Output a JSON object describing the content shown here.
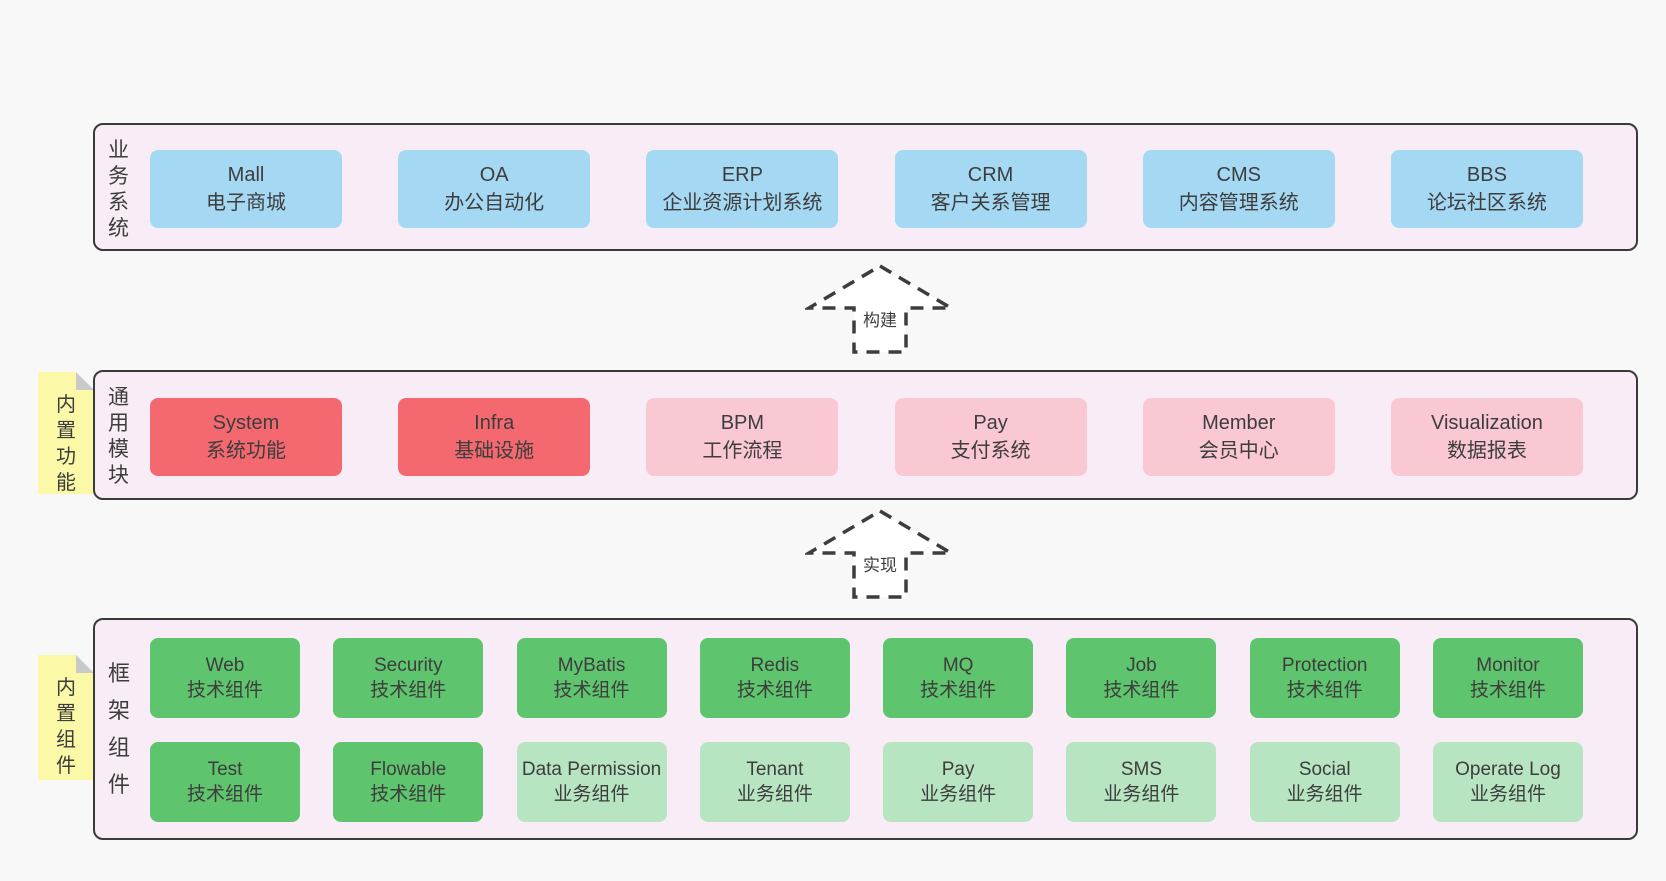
{
  "palette": {
    "page_bg": "#f8f8f8",
    "band_bg": "#f8edf6",
    "band_border": "#3a3a3a",
    "text": "#3d3d3d",
    "blue": "#a5d8f3",
    "red": "#f4696f",
    "pink": "#fac8d2",
    "green": "#5fc46e",
    "green_light": "#b8e5c1",
    "sticky_yellow": "#fbf9a8",
    "sticky_fold": "#c9c9c9",
    "arrow_fill": "#ffffff"
  },
  "arrows": [
    {
      "label": "构建"
    },
    {
      "label": "实现"
    }
  ],
  "bands": [
    {
      "id": "business-systems",
      "label": "业务系统",
      "sticky": null,
      "rows": [
        [
          {
            "title": "Mall",
            "subtitle": "电子商城",
            "variant": "blue"
          },
          {
            "title": "OA",
            "subtitle": "办公自动化",
            "variant": "blue"
          },
          {
            "title": "ERP",
            "subtitle": "企业资源计划系统",
            "variant": "blue"
          },
          {
            "title": "CRM",
            "subtitle": "客户关系管理",
            "variant": "blue"
          },
          {
            "title": "CMS",
            "subtitle": "内容管理系统",
            "variant": "blue"
          },
          {
            "title": "BBS",
            "subtitle": "论坛社区系统",
            "variant": "blue"
          }
        ]
      ]
    },
    {
      "id": "common-modules",
      "label": "通用模块",
      "sticky": "内置功能",
      "rows": [
        [
          {
            "title": "System",
            "subtitle": "系统功能",
            "variant": "red"
          },
          {
            "title": "Infra",
            "subtitle": "基础设施",
            "variant": "red"
          },
          {
            "title": "BPM",
            "subtitle": "工作流程",
            "variant": "pink"
          },
          {
            "title": "Pay",
            "subtitle": "支付系统",
            "variant": "pink"
          },
          {
            "title": "Member",
            "subtitle": "会员中心",
            "variant": "pink"
          },
          {
            "title": "Visualization",
            "subtitle": "数据报表",
            "variant": "pink"
          }
        ]
      ]
    },
    {
      "id": "framework-components",
      "label": "框架组件",
      "sticky": "内置组件",
      "rows": [
        [
          {
            "title": "Web",
            "subtitle": "技术组件",
            "variant": "green"
          },
          {
            "title": "Security",
            "subtitle": "技术组件",
            "variant": "green"
          },
          {
            "title": "MyBatis",
            "subtitle": "技术组件",
            "variant": "green"
          },
          {
            "title": "Redis",
            "subtitle": "技术组件",
            "variant": "green"
          },
          {
            "title": "MQ",
            "subtitle": "技术组件",
            "variant": "green"
          },
          {
            "title": "Job",
            "subtitle": "技术组件",
            "variant": "green"
          },
          {
            "title": "Protection",
            "subtitle": "技术组件",
            "variant": "green"
          },
          {
            "title": "Monitor",
            "subtitle": "技术组件",
            "variant": "green"
          }
        ],
        [
          {
            "title": "Test",
            "subtitle": "技术组件",
            "variant": "green"
          },
          {
            "title": "Flowable",
            "subtitle": "技术组件",
            "variant": "green"
          },
          {
            "title": "Data Permission",
            "subtitle": "业务组件",
            "variant": "green-light"
          },
          {
            "title": "Tenant",
            "subtitle": "业务组件",
            "variant": "green-light"
          },
          {
            "title": "Pay",
            "subtitle": "业务组件",
            "variant": "green-light"
          },
          {
            "title": "SMS",
            "subtitle": "业务组件",
            "variant": "green-light"
          },
          {
            "title": "Social",
            "subtitle": "业务组件",
            "variant": "green-light"
          },
          {
            "title": "Operate Log",
            "subtitle": "业务组件",
            "variant": "green-light"
          }
        ]
      ]
    }
  ]
}
